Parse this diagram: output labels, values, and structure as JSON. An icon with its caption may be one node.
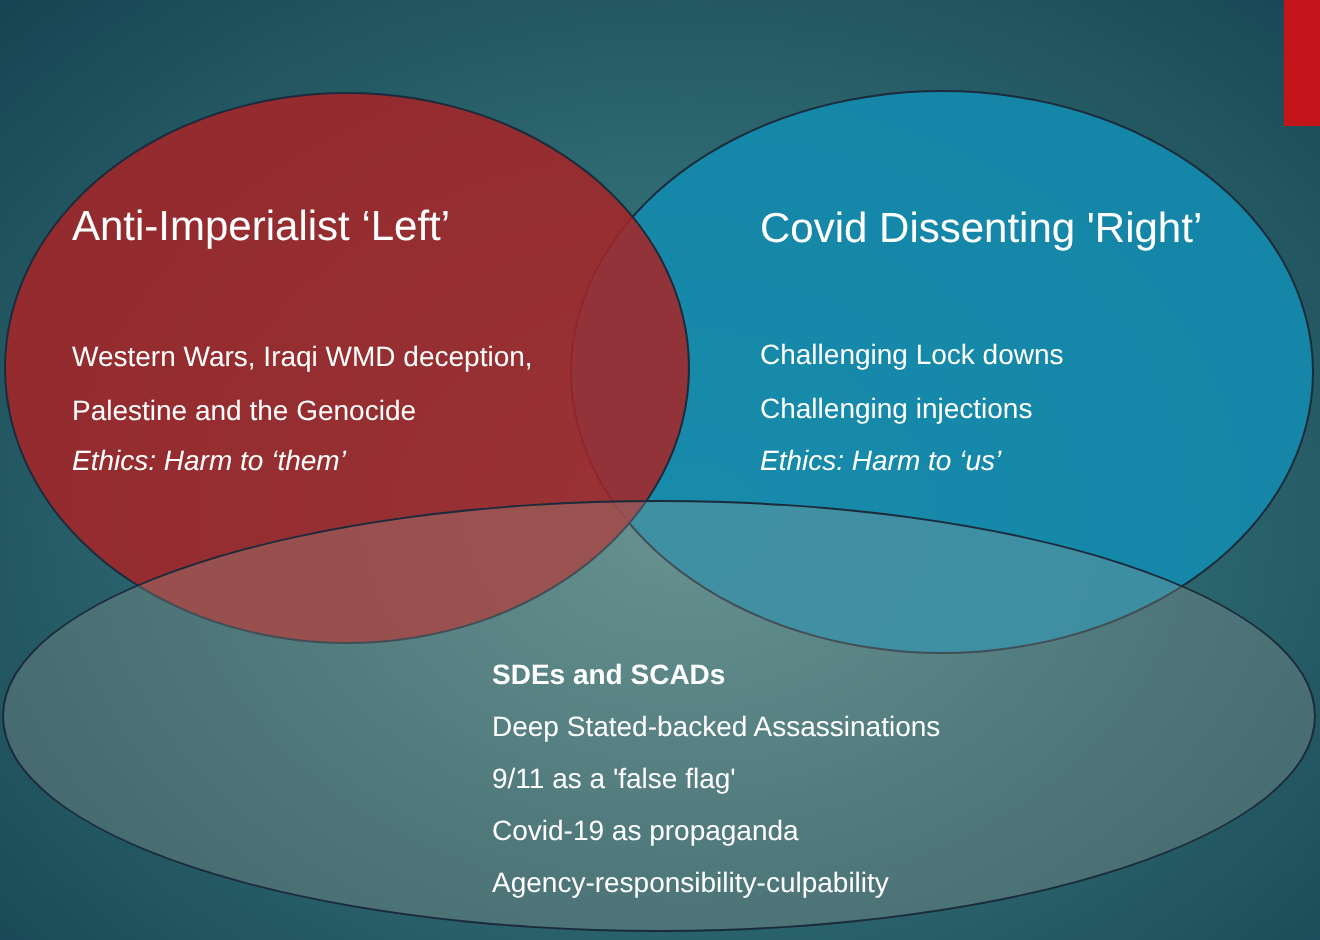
{
  "diagram": {
    "nodes": [
      {
        "text": [
          "Anti-Imperialist ‘Left’",
          "Western Wars, Iraqi WMD deception, Palestine and the Genocide",
          "Ethics: Harm to ‘them’"
        ]
      },
      {
        "text": [
          "Covid Dissenting 'Right’",
          "Challenging Lock downs",
          "Challenging injections",
          "Ethics: Harm to ‘us’"
        ]
      },
      {
        "text": [
          "SDEs and SCADs",
          "Deep Stated-backed Assassinations",
          "9/11 as a 'false flag'",
          "Covid-19 as propaganda",
          "Agency-responsibility-culpability"
        ]
      }
    ]
  }
}
